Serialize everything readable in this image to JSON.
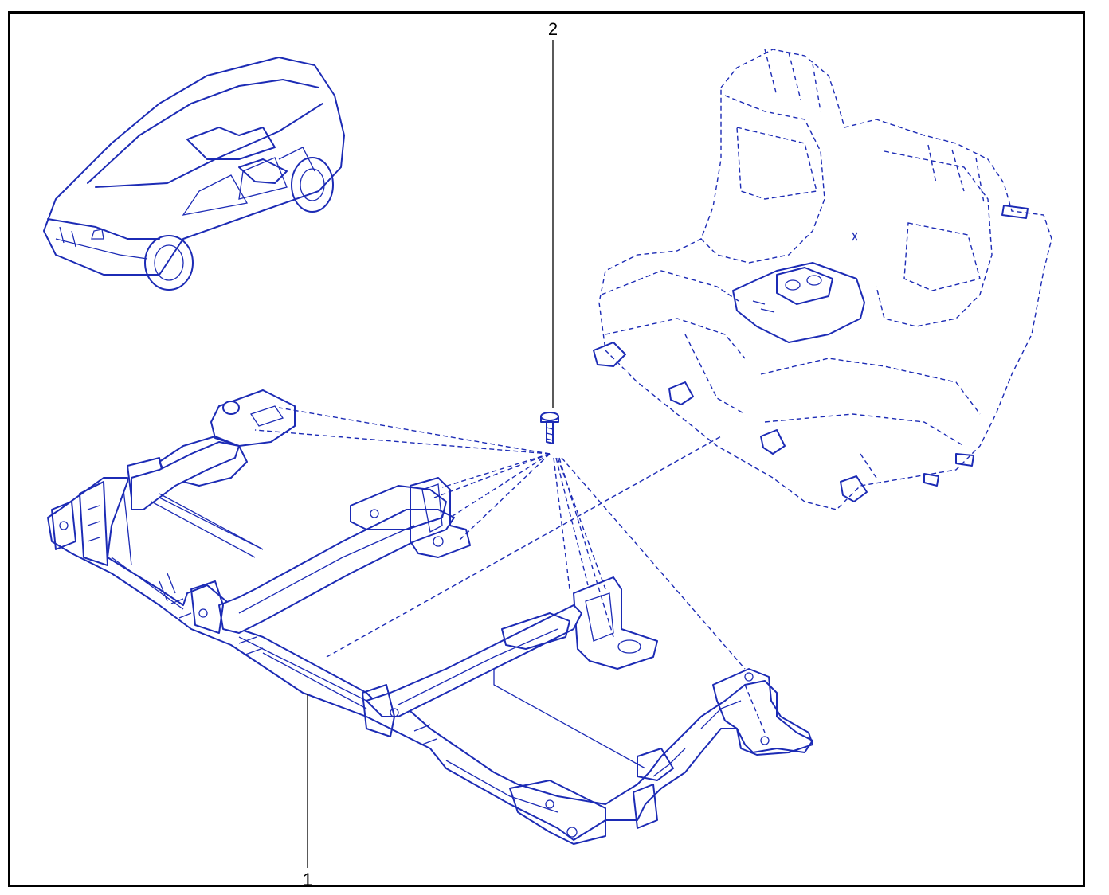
{
  "callouts": [
    {
      "id": "frame",
      "label": "1"
    },
    {
      "id": "bolt",
      "label": "2"
    }
  ],
  "colors": {
    "drawing": "#1c2bb5",
    "border": "#000000",
    "background": "#ffffff"
  }
}
